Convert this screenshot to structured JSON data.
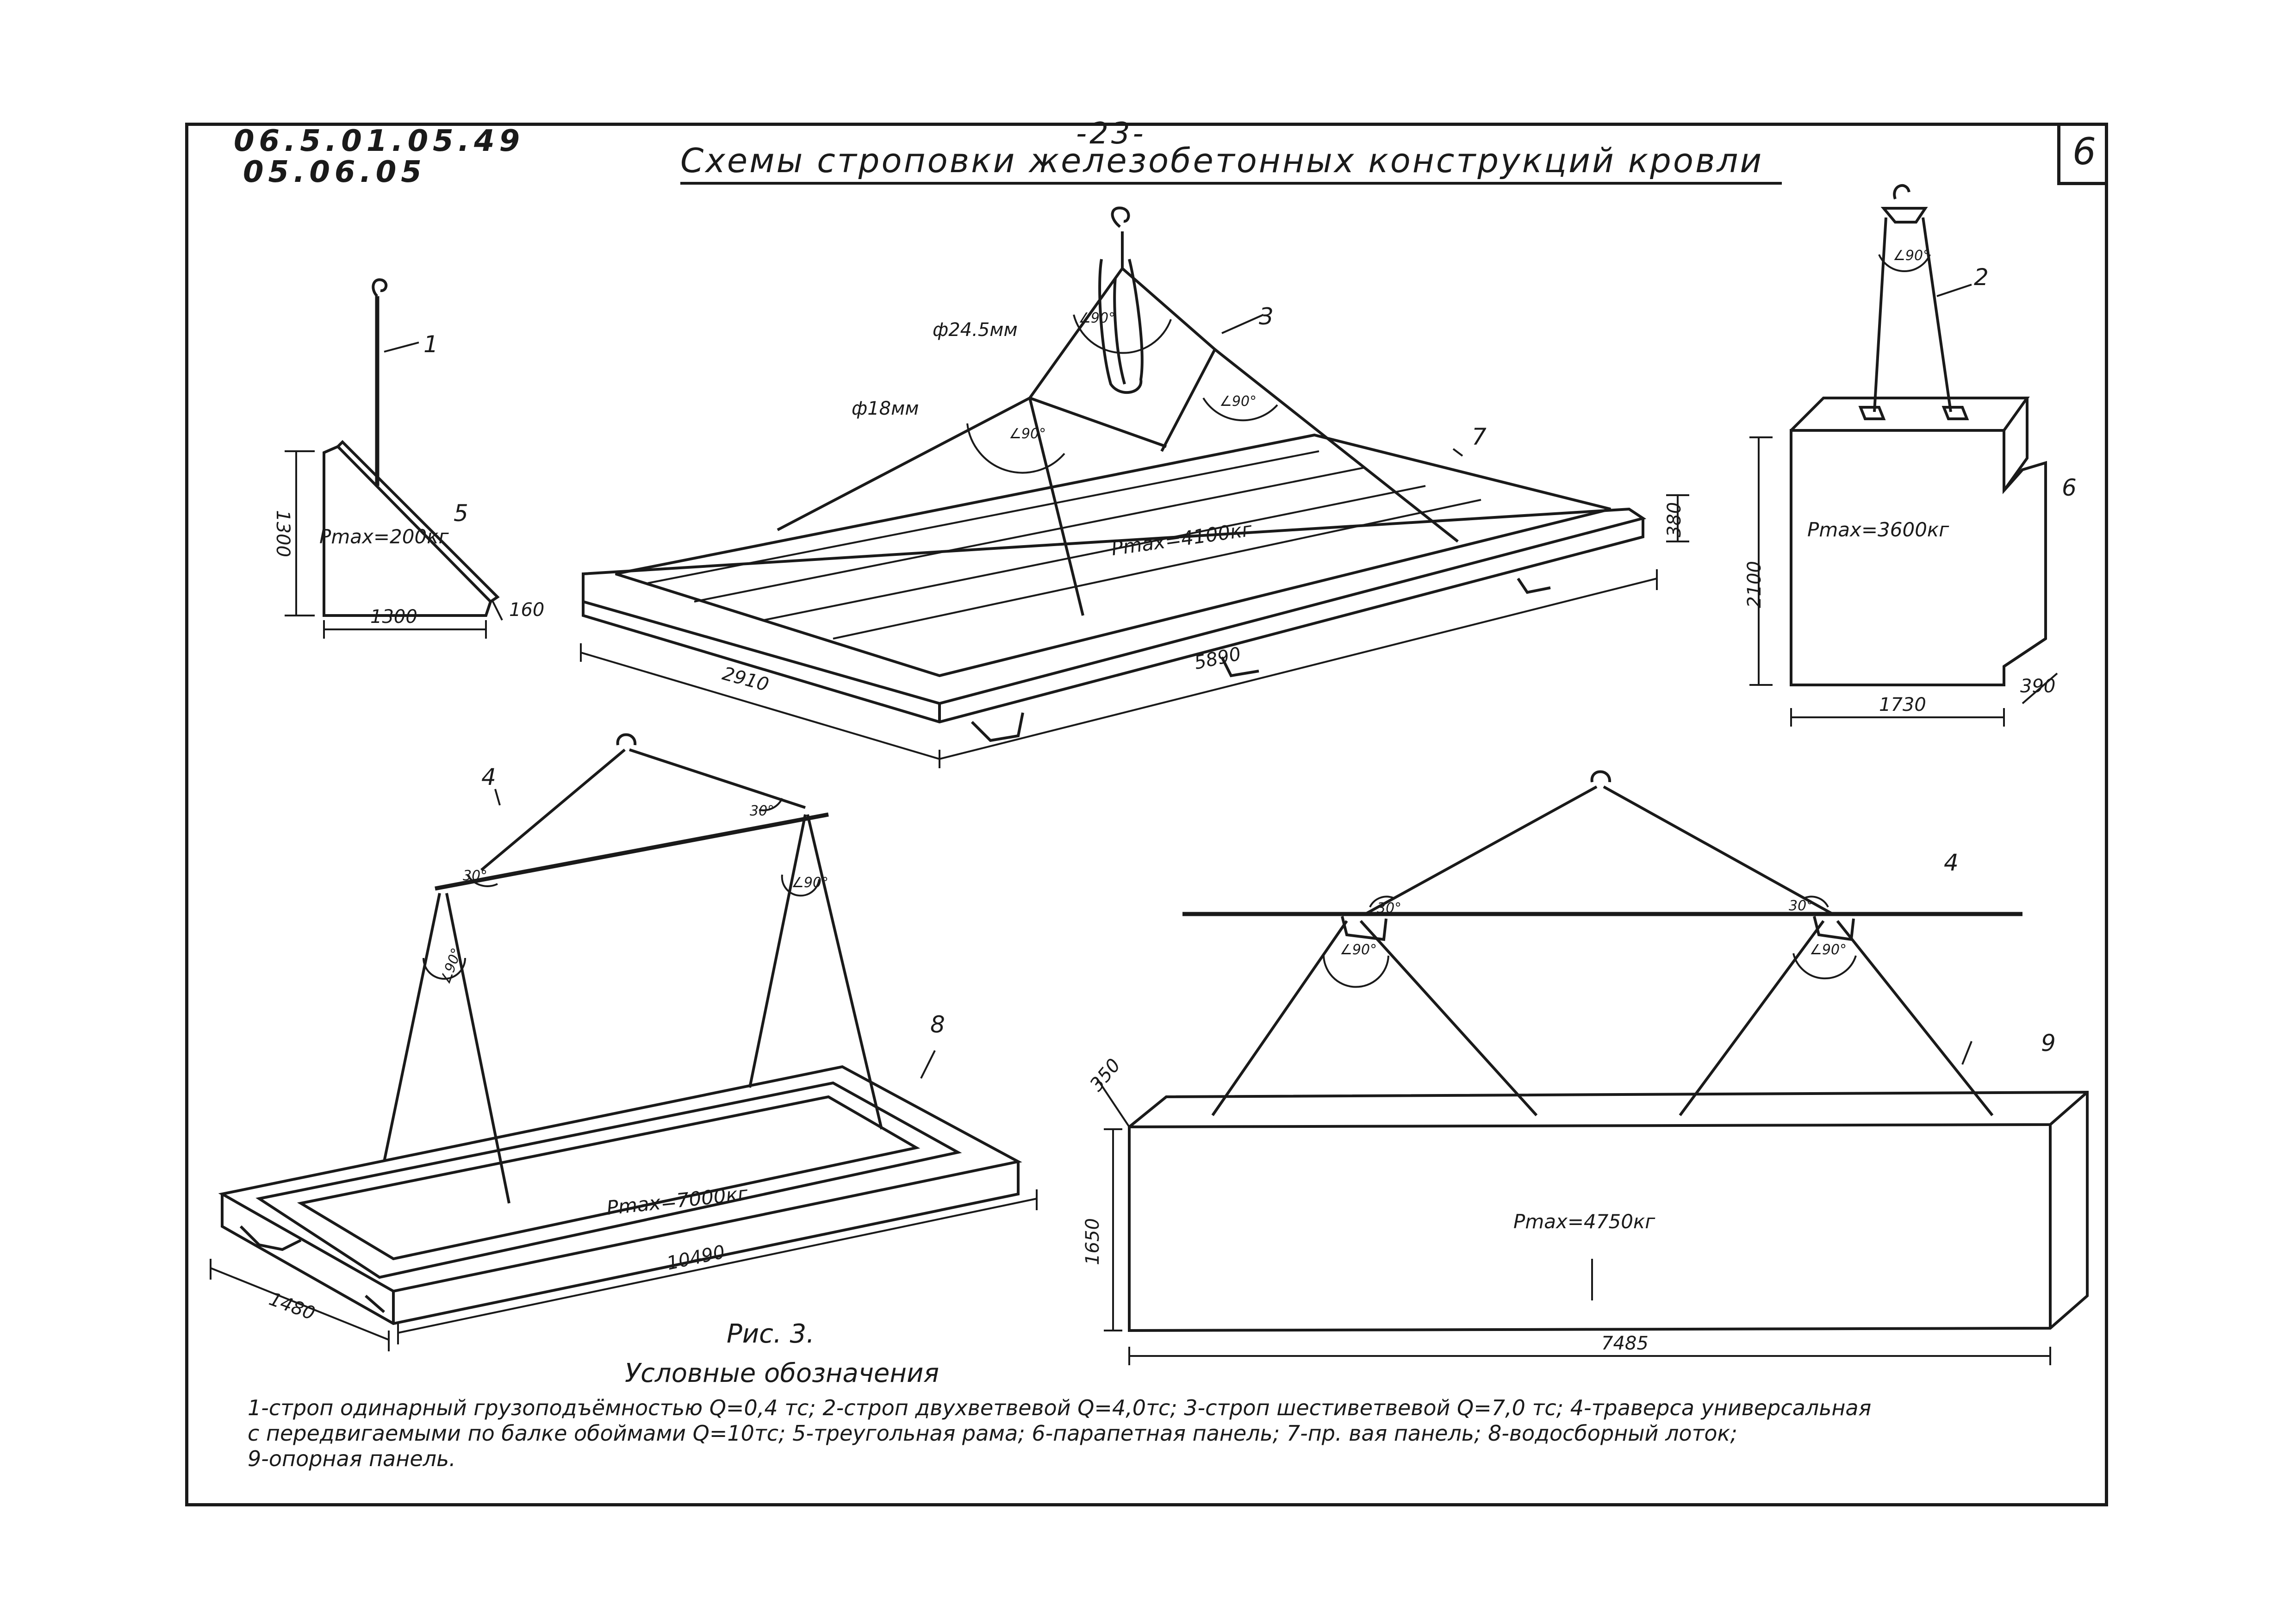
{
  "header": {
    "code_line1": "06.5.01.05.49",
    "code_line2": "05.06.05",
    "page_number": "-23-",
    "title": "Схемы строповки железобетонных конструкций кровли",
    "sheet_number": "6"
  },
  "labels": {
    "n1": "1",
    "n2": "2",
    "n3": "3",
    "n4a": "4",
    "n4b": "4",
    "n5": "5",
    "n6": "6",
    "n7": "7",
    "n8": "8",
    "n9": "9"
  },
  "dimensions": {
    "d1300_h": "1300",
    "d1300_w": "1300",
    "d160": "160",
    "d2910": "2910",
    "d5890": "5890",
    "d380": "380",
    "d2100": "2100",
    "d1730": "1730",
    "d390": "390",
    "d1480": "1480",
    "d10490": "10490",
    "d350": "350",
    "d1650": "1650",
    "d7485": "7485"
  },
  "diameters": {
    "d24": "ф24.5мм",
    "d18": "ф18мм"
  },
  "angles": {
    "a1": "∠90°",
    "a2": "∠90°",
    "a3": "∠90°",
    "a4": "∠90°",
    "a5": "30°",
    "a6": "30°",
    "a7": "∠90°",
    "a8": "∠90°",
    "a9": "30°",
    "a10": "30°",
    "a11": "∠90°",
    "a12": "∠90°"
  },
  "loads": {
    "p5": "Pmax=200кг",
    "p7": "Pmax=4100кг",
    "p6": "Pmax=3600кг",
    "p8": "Pmax=7000кг",
    "p9": "Pmax=4750кг"
  },
  "caption": {
    "figure": "Рис. 3.",
    "legend_title": "Условные обозначения",
    "line1": "1-строп одинарный грузоподъёмностью Q=0,4 тс; 2-строп двухветвевой Q=4,0тс; 3-строп шестиветвевой Q=7,0 тс; 4-траверса универсальная",
    "line2": "с передвигаемыми по балке обоймами Q=10тс; 5-треугольная рама; 6-парапетная панель; 7-пр. вая панель; 8-водосборный лоток;",
    "line3": "9-опорная панель."
  }
}
